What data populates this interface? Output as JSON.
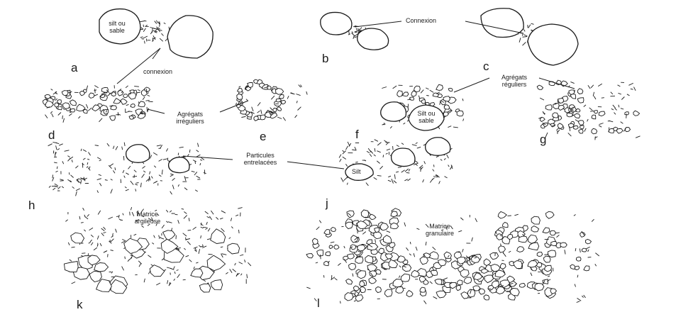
{
  "panel_letters": {
    "a": "a",
    "b": "b",
    "c": "c",
    "d": "d",
    "e": "e",
    "f": "f",
    "g": "g",
    "h": "h",
    "j": "j",
    "k": "k",
    "l": "l"
  },
  "labels": {
    "silt_ou_sable_a_line1": "silt ou",
    "silt_ou_sable_a_line2": "sable",
    "connexion_lower": "connexion",
    "connexion_upper": "Connexion",
    "agregats_irreguliers_line1": "Agrégats",
    "agregats_irreguliers_line2": "irréguliers",
    "agregats_reguliers_line1": "Agrégats",
    "agregats_reguliers_line2": "réguliers",
    "silt_ou_sable_f_line1": "Silt ou",
    "silt_ou_sable_f_line2": "sable",
    "particules_line1": "Particules",
    "particules_line2": "entrelacées",
    "silt_j": "Silt",
    "matrice_arg_line1": "Matrice",
    "matrice_arg_line2": "argileuse",
    "matrice_gran_line1": "Matrice",
    "matrice_gran_line2": "granulaire"
  },
  "colors": {
    "ink": "#1a1a1a",
    "background": "#ffffff"
  }
}
